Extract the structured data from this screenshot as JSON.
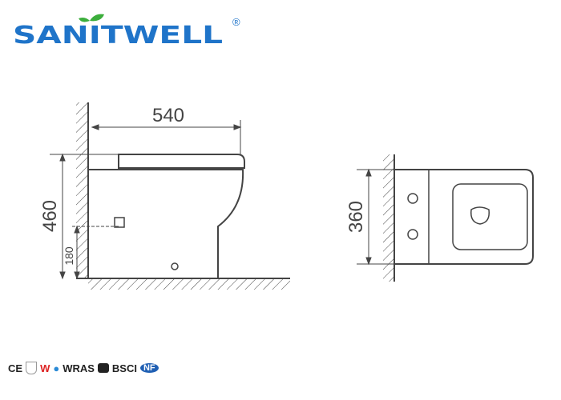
{
  "brand": {
    "name": "SANITWELL",
    "registered_mark": "®",
    "color": "#1f74c9",
    "leaf_color": "#3cae3c"
  },
  "side_view": {
    "width_label": "540",
    "height_label": "460",
    "outlet_height_label": "180"
  },
  "top_view": {
    "depth_label": "360"
  },
  "certifications": [
    "CE",
    "W",
    "WRAS",
    "BSCI",
    "NF"
  ]
}
